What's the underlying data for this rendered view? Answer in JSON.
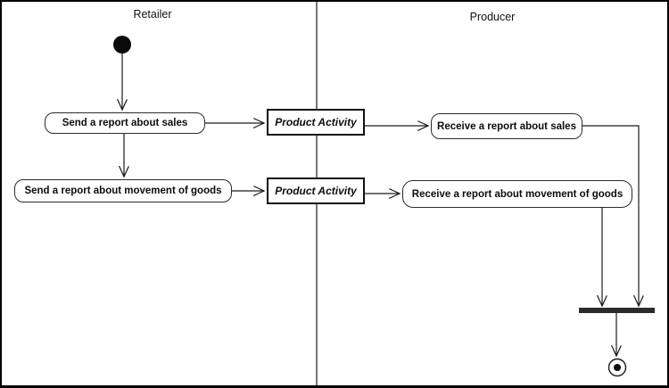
{
  "diagram": {
    "type": "uml-activity-diagram",
    "lanes": [
      {
        "title": "Retailer"
      },
      {
        "title": "Producer"
      }
    ],
    "nodes": {
      "initial": {
        "kind": "initial-node",
        "lane": "Retailer"
      },
      "send_sales": {
        "label": "Send a report about sales",
        "kind": "action",
        "lane": "Retailer"
      },
      "product_activity_1": {
        "label": "Product Activity",
        "kind": "object-node",
        "lane": "boundary"
      },
      "receive_sales": {
        "label": "Receive a report about sales",
        "kind": "action",
        "lane": "Producer"
      },
      "send_goods": {
        "label": "Send a report about movement of goods",
        "kind": "action",
        "lane": "Retailer"
      },
      "product_activity_2": {
        "label": "Product Activity",
        "kind": "object-node",
        "lane": "boundary"
      },
      "receive_goods": {
        "label": "Receive a report about movement of goods",
        "kind": "action",
        "lane": "Producer"
      },
      "join": {
        "kind": "join-bar",
        "lane": "Producer"
      },
      "final": {
        "kind": "final-node",
        "lane": "Producer"
      }
    },
    "edges": [
      {
        "from": "initial",
        "to": "send_sales"
      },
      {
        "from": "send_sales",
        "to": "product_activity_1"
      },
      {
        "from": "product_activity_1",
        "to": "receive_sales"
      },
      {
        "from": "send_sales",
        "to": "send_goods"
      },
      {
        "from": "send_goods",
        "to": "product_activity_2"
      },
      {
        "from": "product_activity_2",
        "to": "receive_goods"
      },
      {
        "from": "receive_sales",
        "to": "join"
      },
      {
        "from": "receive_goods",
        "to": "join"
      },
      {
        "from": "join",
        "to": "final"
      }
    ],
    "colors": {
      "line": "#1a1a1a",
      "node_border": "#111111",
      "node_fill": "#ffffff",
      "background": "#ffffff"
    }
  }
}
